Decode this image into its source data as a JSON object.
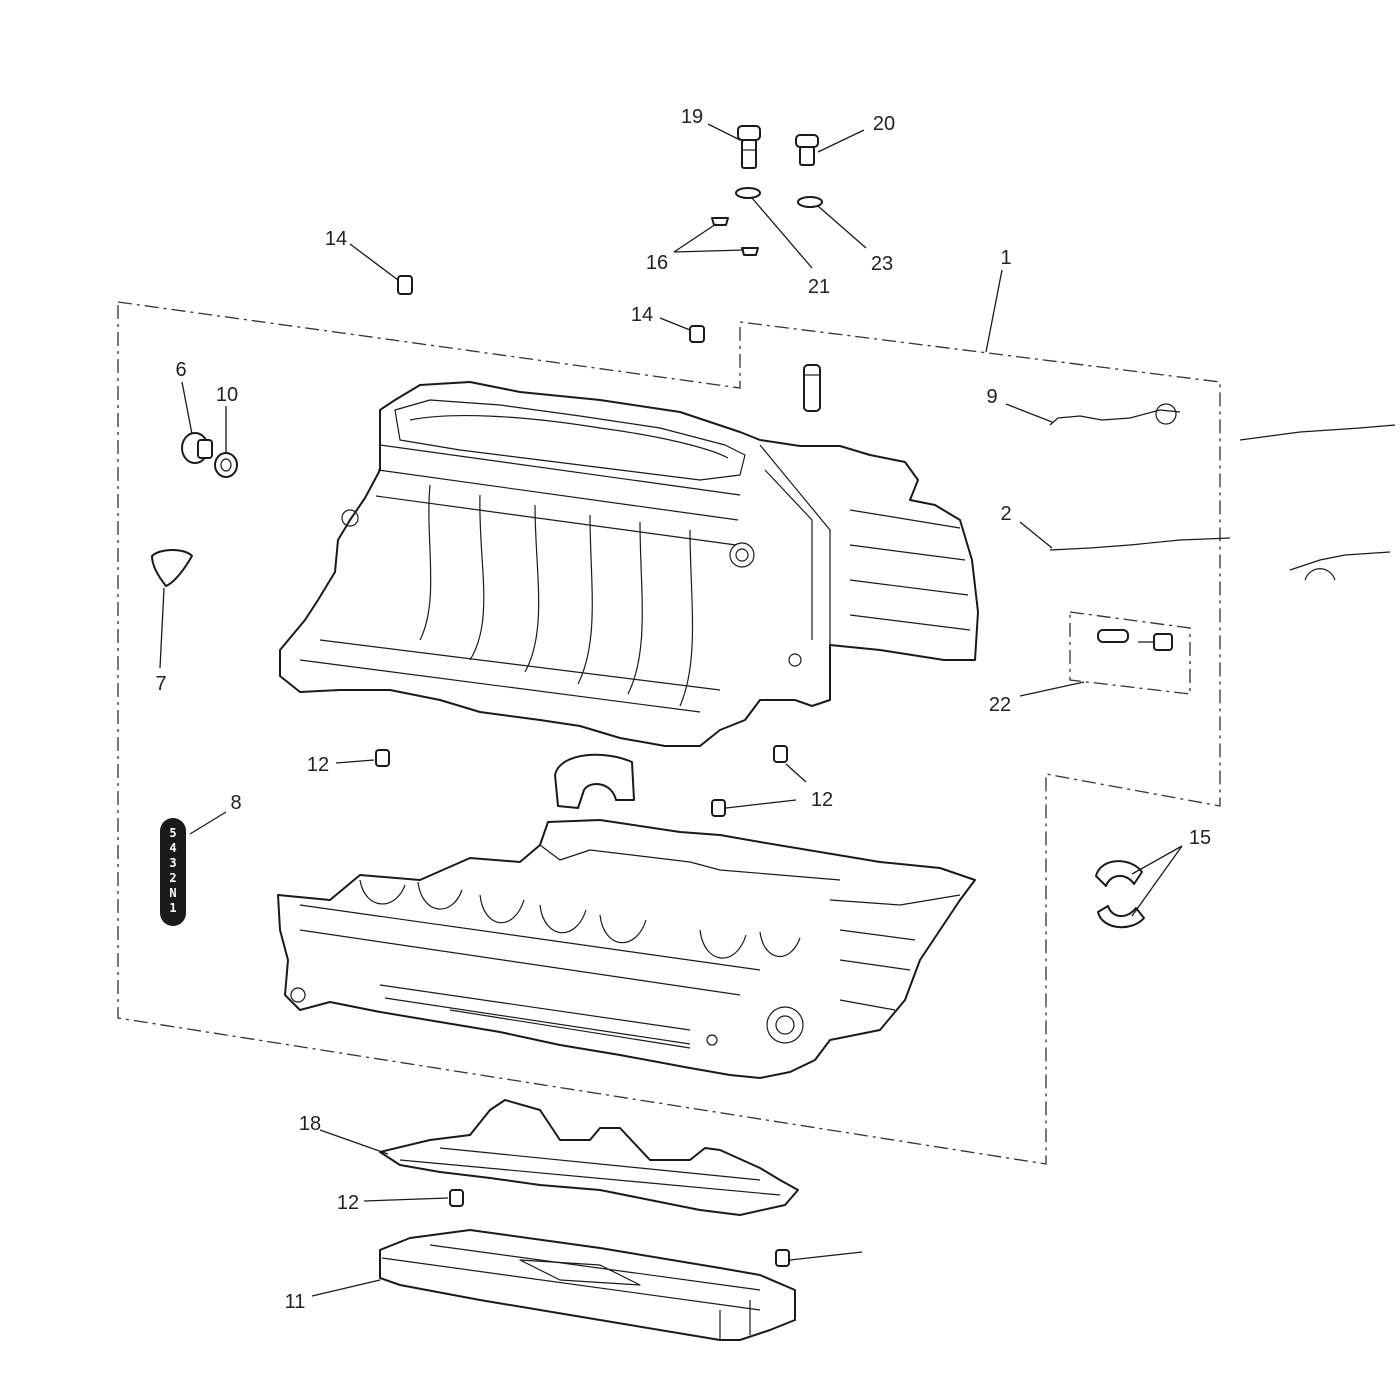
{
  "callouts": [
    {
      "id": "c1",
      "label": "1"
    },
    {
      "id": "c2",
      "label": "2"
    },
    {
      "id": "c6",
      "label": "6"
    },
    {
      "id": "c7",
      "label": "7"
    },
    {
      "id": "c8",
      "label": "8"
    },
    {
      "id": "c9",
      "label": "9"
    },
    {
      "id": "c10",
      "label": "10"
    },
    {
      "id": "c11",
      "label": "11"
    },
    {
      "id": "c12a",
      "label": "12"
    },
    {
      "id": "c12b",
      "label": "12"
    },
    {
      "id": "c12c",
      "label": "12"
    },
    {
      "id": "c12d",
      "label": "12"
    },
    {
      "id": "c14a",
      "label": "14"
    },
    {
      "id": "c14b",
      "label": "14"
    },
    {
      "id": "c15",
      "label": "15"
    },
    {
      "id": "c16",
      "label": "16"
    },
    {
      "id": "c18",
      "label": "18"
    },
    {
      "id": "c19",
      "label": "19"
    },
    {
      "id": "c20",
      "label": "20"
    },
    {
      "id": "c21",
      "label": "21"
    },
    {
      "id": "c22",
      "label": "22"
    },
    {
      "id": "c23",
      "label": "23"
    }
  ],
  "gear_indicator": [
    "5",
    "4",
    "3",
    "2",
    "N",
    "1"
  ],
  "colors": {
    "line": "#1a1a1a",
    "background": "#ffffff"
  }
}
